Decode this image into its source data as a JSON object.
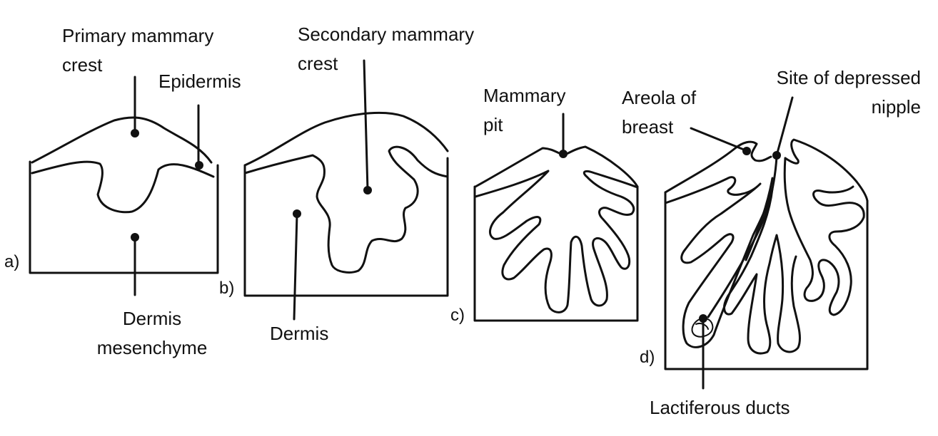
{
  "panels": {
    "a": {
      "letter": "a)",
      "primary_crest_line1": "Primary mammary",
      "primary_crest_line2": "crest",
      "epidermis": "Epidermis",
      "dermis_line1": "Dermis",
      "dermis_line2": "mesenchyme"
    },
    "b": {
      "letter": "b)",
      "secondary_crest_line1": "Secondary mammary",
      "secondary_crest_line2": "crest",
      "dermis": "Dermis"
    },
    "c": {
      "letter": "c)",
      "pit_line1": "Mammary",
      "pit_line2": "pit"
    },
    "d": {
      "letter": "d)",
      "areola_line1": "Areola of",
      "areola_line2": "breast",
      "nipple_line1": "Site of depressed",
      "nipple_line2": "nipple",
      "ducts": "Lactiferous ducts"
    }
  }
}
